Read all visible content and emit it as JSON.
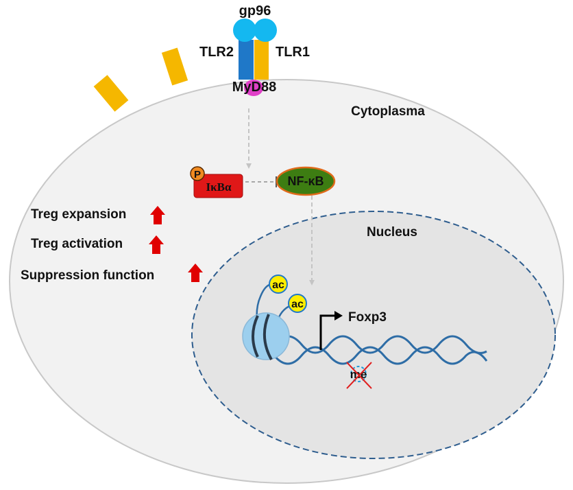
{
  "labels": {
    "gp96": "gp96",
    "tlr2": "TLR2",
    "tlr1": "TLR1",
    "myd88": "MyD88",
    "cytoplasma": "Cytoplasma",
    "nucleus": "Nucleus",
    "p": "P",
    "ikba": "IκBα",
    "nfkb": "NF-κB",
    "ac1": "ac",
    "ac2": "ac",
    "foxp3": "Foxp3",
    "me": "me"
  },
  "effects": [
    {
      "label": "Treg expansion",
      "direction": "up"
    },
    {
      "label": "Treg activation",
      "direction": "up"
    },
    {
      "label": "Suppression function",
      "direction": "up"
    }
  ],
  "colors": {
    "cell_fill": "#f2f2f2",
    "cell_stroke": "#c8c8c8",
    "nucleus_fill": "#e4e4e4",
    "nucleus_stroke": "#2e5d8e",
    "tlr_yellow": "#f5b700",
    "tlr_blue": "#1f78c8",
    "gp96_cyan": "#14b8f0",
    "myd88_magenta": "#e040c8",
    "ikba_red": "#e01818",
    "phospho_orange": "#f08a20",
    "nfkb_green": "#3d7d12",
    "nfkb_border": "#e06a1a",
    "acetyl_yellow": "#ffee00",
    "nucleosome_blue": "#9ccfee",
    "dna_blue": "#2e6da6",
    "arrow_red": "#e00000",
    "inhibit_cross": "#e02020"
  }
}
